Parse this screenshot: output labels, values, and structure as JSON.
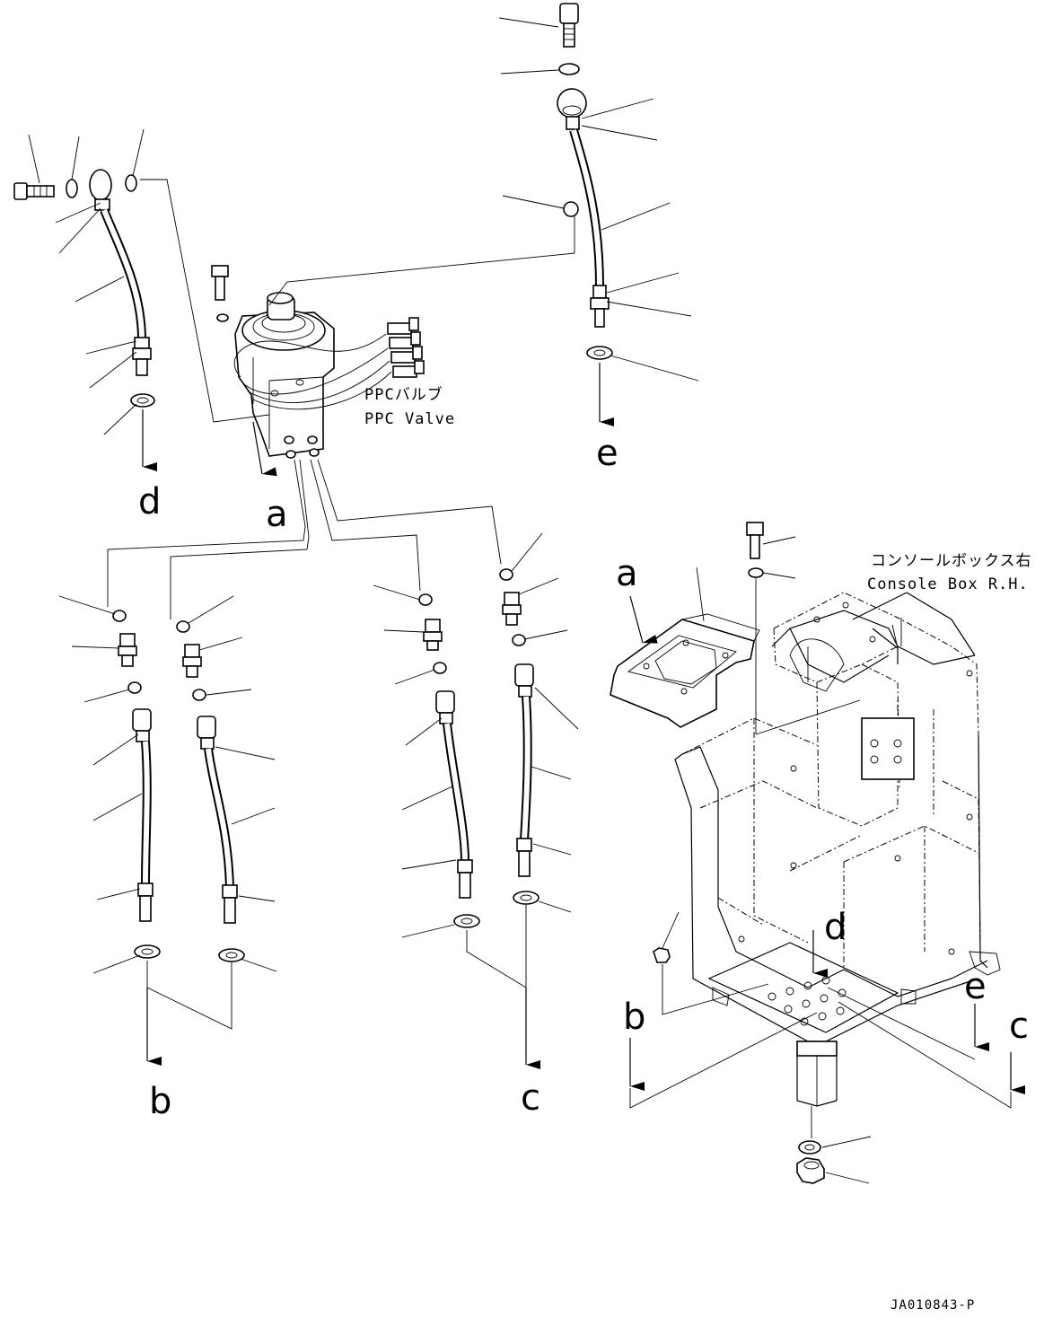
{
  "labels": {
    "ppc_valve_jp": "PPCバルブ",
    "ppc_valve_en": "PPC Valve",
    "console_box_jp": "コンソールボックス右",
    "console_box_en": "Console Box R.H.",
    "drawing_code": "JA010843-P"
  },
  "connection_letters": {
    "a": "a",
    "b": "b",
    "c": "c",
    "d": "d",
    "e": "e"
  }
}
